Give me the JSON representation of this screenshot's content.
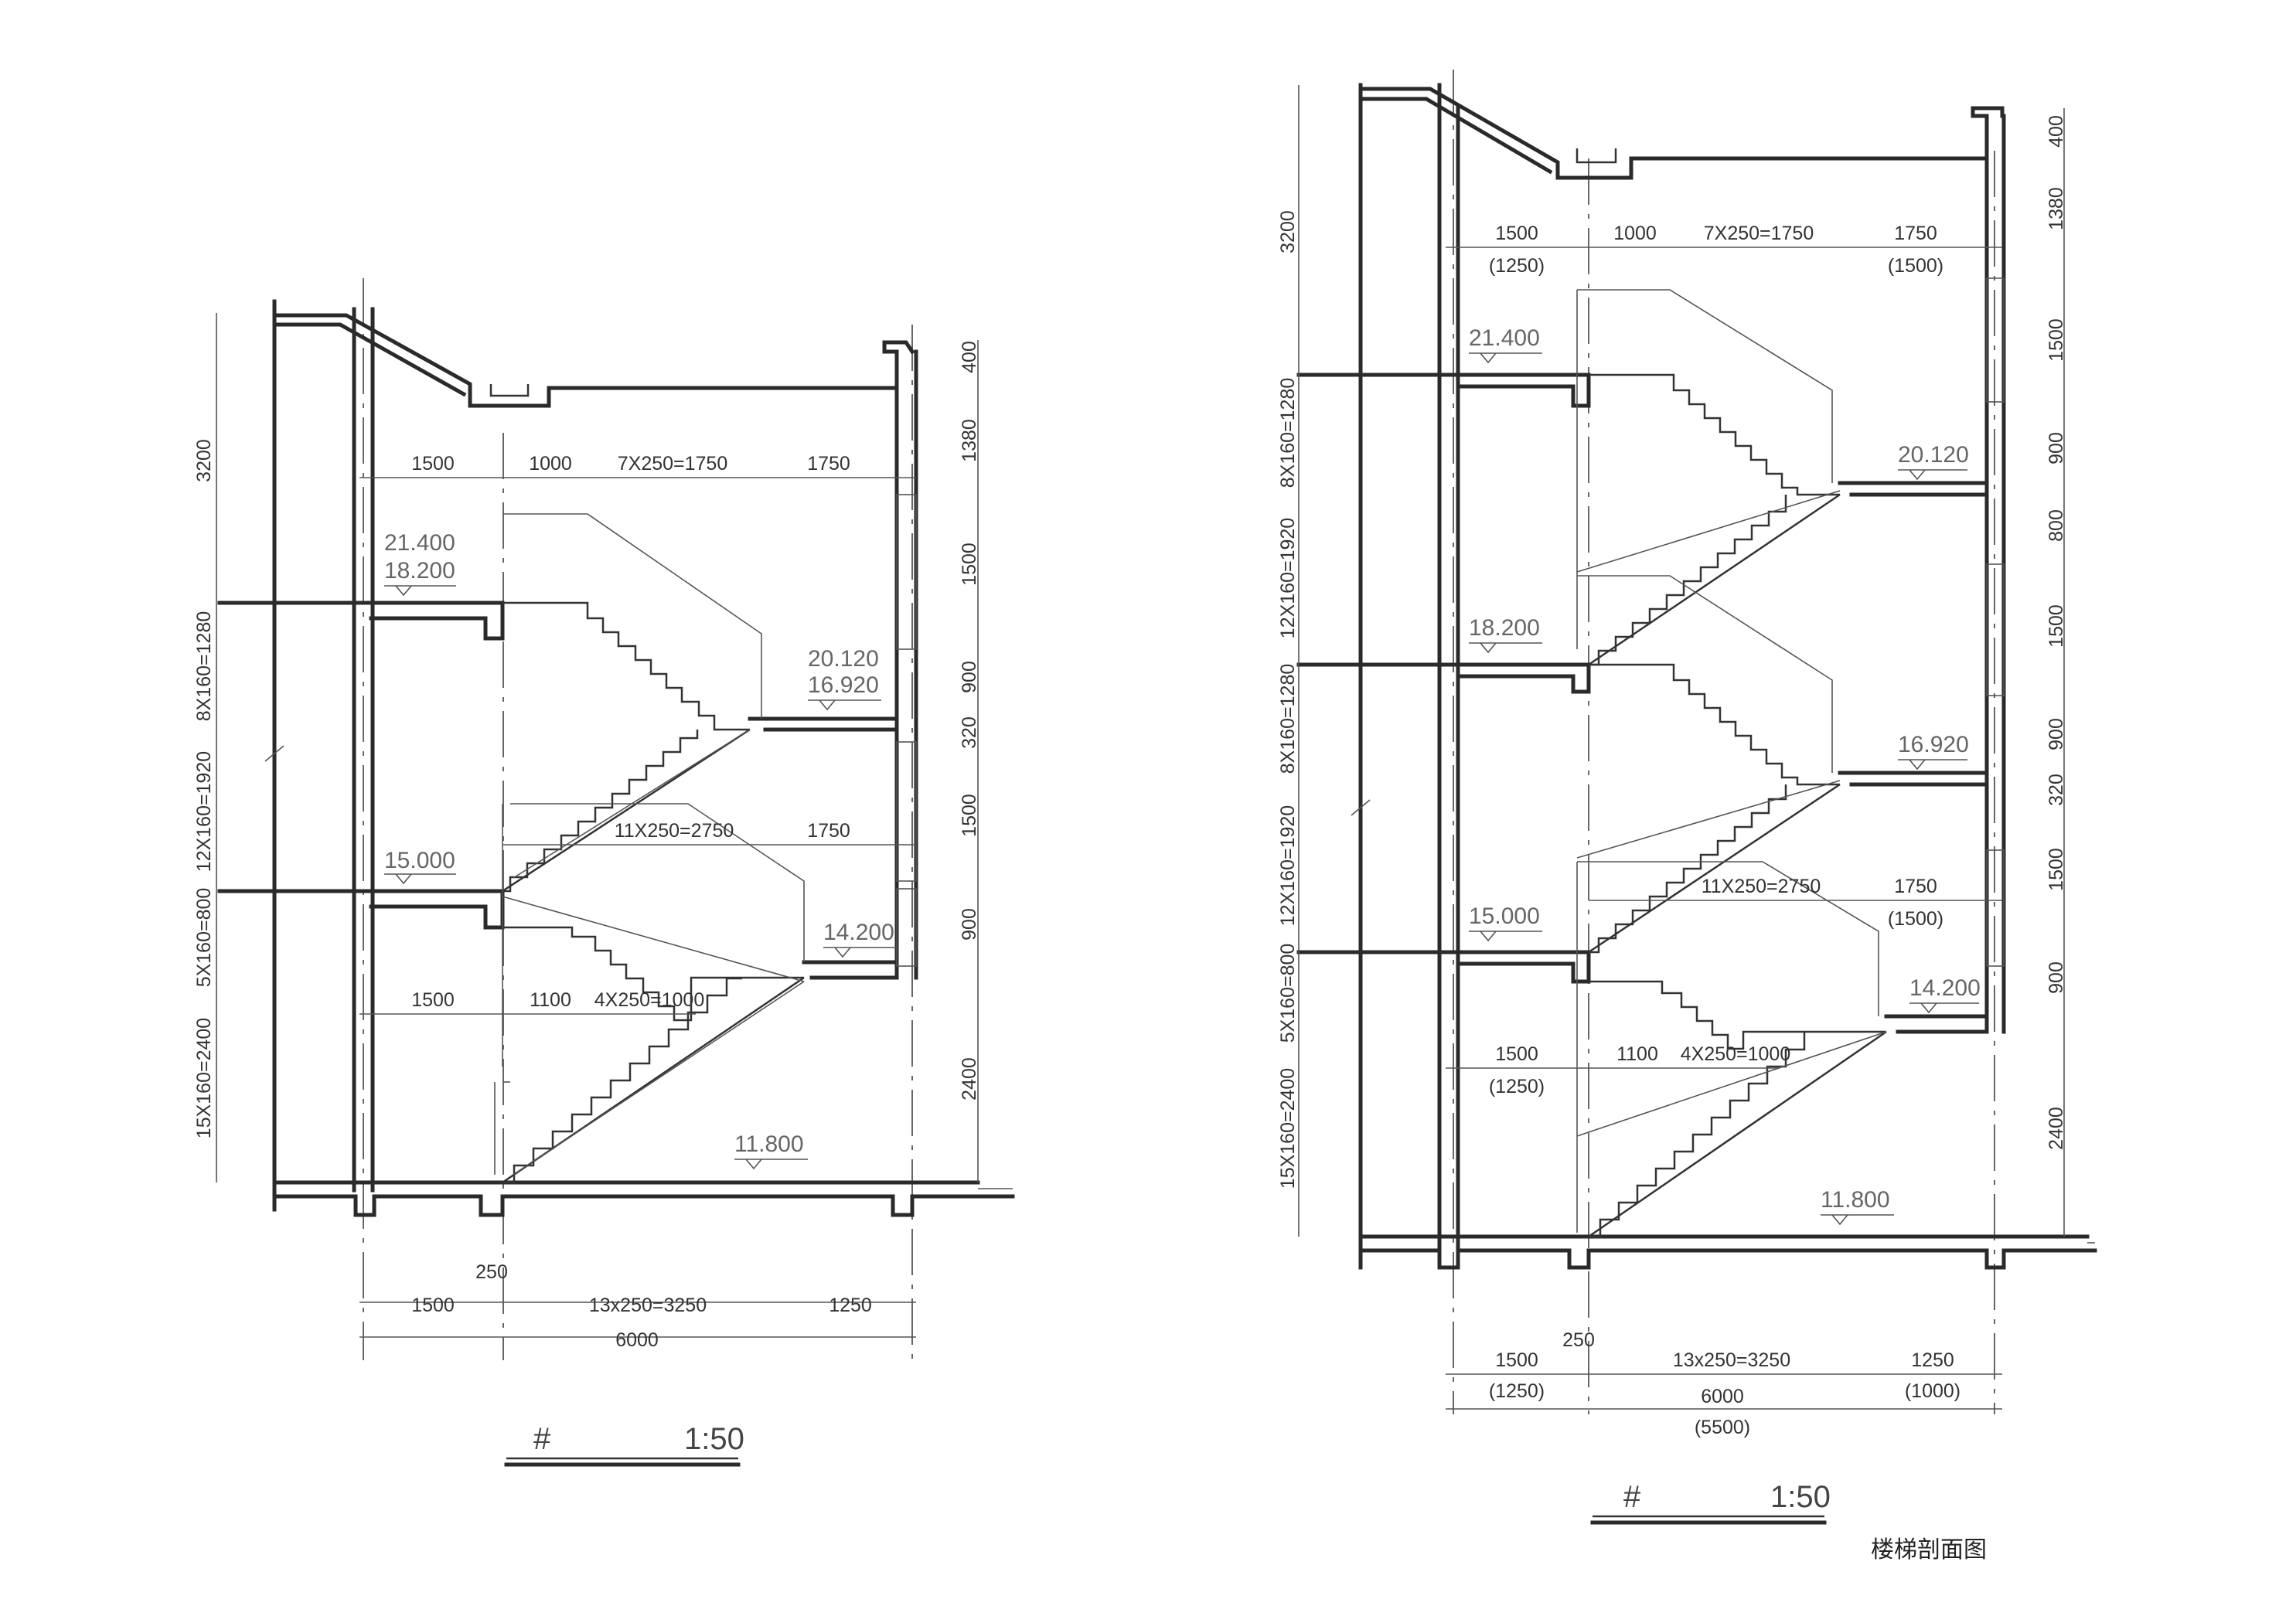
{
  "left": {
    "top_dims": [
      "1500",
      "1000",
      "7X250=1750",
      "1750"
    ],
    "mid_dims": [
      "11X250=2750",
      "1750"
    ],
    "low_dims": [
      "1500",
      "1100",
      "4X250=1000"
    ],
    "bottom_dims": [
      "250",
      "1500",
      "13x250=3250",
      "1250"
    ],
    "bottom_total": "6000",
    "left_dims": [
      "3200",
      "8X160=1280",
      "12X160=1920",
      "5X160=800",
      "15X160=2400"
    ],
    "right_dims": [
      "400",
      "1380",
      "1500",
      "900",
      "320",
      "1500",
      "900",
      "2400"
    ],
    "elevations": [
      "21.400",
      "18.200",
      "20.120",
      "16.920",
      "15.000",
      "14.200",
      "11.800"
    ],
    "title_mark": "#",
    "scale": "1:50"
  },
  "right": {
    "top_dims": [
      "1500",
      "(1250)",
      "1000",
      "7X250=1750",
      "1750",
      "(1500)"
    ],
    "mid_dims": [
      "11X250=2750",
      "1750",
      "(1500)"
    ],
    "low_dims": [
      "1500",
      "(1250)",
      "1100",
      "4X250=1000"
    ],
    "bottom_dims": [
      "250",
      "1500",
      "(1250)",
      "13x250=3250",
      "1250",
      "(1000)"
    ],
    "bottom_total": [
      "6000",
      "(5500)"
    ],
    "left_dims": [
      "3200",
      "8X160=1280",
      "12X160=1920",
      "8X160=1280",
      "12X160=1920",
      "5X160=800",
      "15X160=2400"
    ],
    "right_dims": [
      "400",
      "1380",
      "1500",
      "900",
      "800",
      "1500",
      "900",
      "320",
      "1500",
      "900",
      "2400"
    ],
    "elevations": [
      "21.400",
      "20.120",
      "18.200",
      "16.920",
      "15.000",
      "14.200",
      "11.800"
    ],
    "title_mark": "#",
    "scale": "1:50"
  },
  "caption": "楼梯剖面图"
}
